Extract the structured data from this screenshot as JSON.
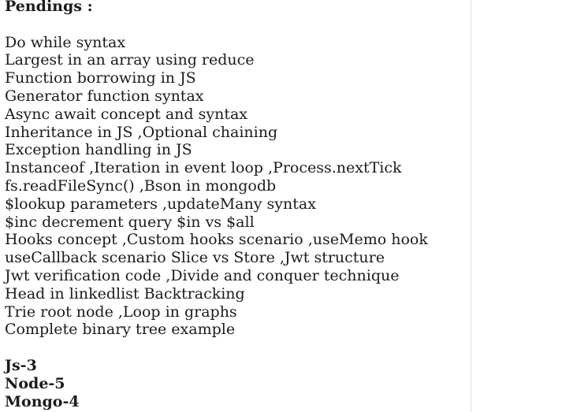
{
  "document": {
    "heading": "Pendings :",
    "items": [
      "Do while syntax",
      "Largest in an array using reduce",
      "Function borrowing in JS",
      "Generator function syntax",
      "Async await concept and syntax",
      "Inheritance in JS ,Optional chaining",
      "Exception handling in JS",
      "Instanceof ,Iteration in event loop ,Process.nextTick",
      "fs.readFileSync() ,Bson in mongodb",
      "$lookup parameters ,updateMany syntax",
      "$inc decrement query $in vs $all",
      "Hooks concept ,Custom hooks scenario ,useMemo hook",
      "useCallback scenario Slice vs Store ,Jwt structure",
      "Jwt verification code ,Divide and conquer technique",
      "Head in linkedlist Backtracking",
      "Trie root node ,Loop in graphs",
      "Complete binary tree example"
    ],
    "counts": [
      "Js-3",
      "Node-5",
      "Mongo-4"
    ]
  }
}
